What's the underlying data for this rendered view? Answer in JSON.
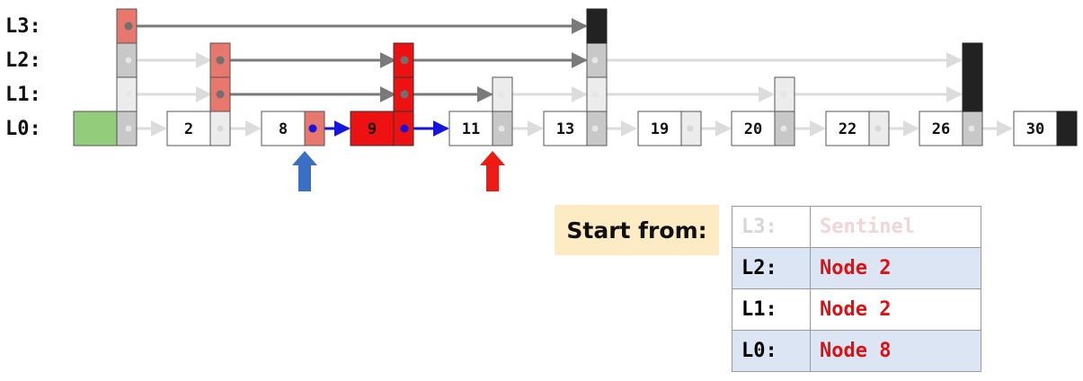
{
  "levels": [
    {
      "label": "L3:"
    },
    {
      "label": "L2:"
    },
    {
      "label": "L1:"
    },
    {
      "label": "L0:"
    }
  ],
  "nodes": [
    "2",
    "8",
    "9",
    "11",
    "13",
    "19",
    "20",
    "22",
    "26",
    "30"
  ],
  "start_from": {
    "title": "Start from:",
    "rows": [
      {
        "level": "L3:",
        "value": "Sentinel"
      },
      {
        "level": "L2:",
        "value": "Node 2"
      },
      {
        "level": "L1:",
        "value": "Node 2"
      },
      {
        "level": "L0:",
        "value": "Node 8"
      }
    ]
  },
  "colors": {
    "salmon": "#e8776d",
    "red": "#ee1111",
    "green": "#93cc7b",
    "black": "#222222",
    "gray": "#c8c8c8",
    "light_gray": "#ececec",
    "blue_arrow": "#3a6fc4",
    "red_arrow": "#ee1b14",
    "blue_pointer": "#1515dd"
  }
}
